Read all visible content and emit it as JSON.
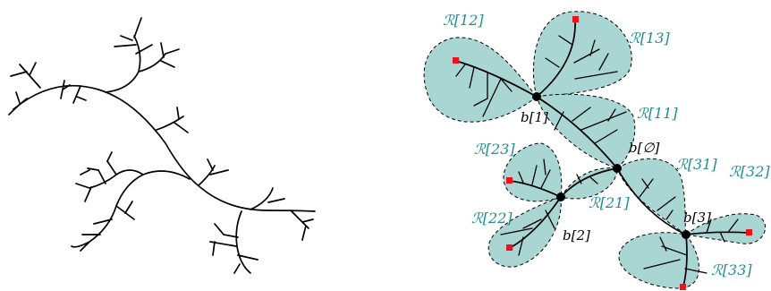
{
  "labels": {
    "regions": {
      "R12": "ℛ[12]",
      "R13": "ℛ[13]",
      "R11": "ℛ[11]",
      "R23": "ℛ[23]",
      "R22": "ℛ[22]",
      "R21": "ℛ[21]",
      "R31": "ℛ[31]",
      "R32": "ℛ[32]",
      "R33": "ℛ[33]"
    },
    "nodes": {
      "b1": "b[1]",
      "b0": "b[∅]",
      "b2": "b[2]",
      "b3": "b[3]"
    }
  },
  "colors": {
    "region_fill": "#a9d6d3",
    "label_teal": "#1f8f8f",
    "leaf_marker": "#e8141e",
    "edge": "#000000"
  }
}
